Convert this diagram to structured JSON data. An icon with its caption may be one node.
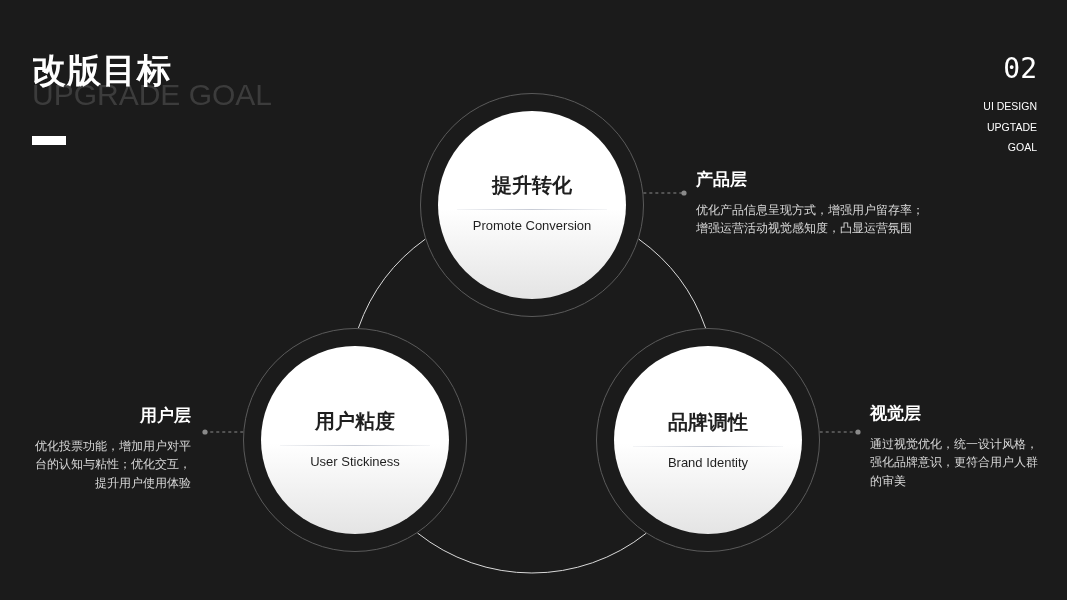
{
  "diagram": {
    "title": "改版目标",
    "nodes": [
      {
        "text": [
          "提升转化",
          "Promote Conversion"
        ]
      },
      {
        "text": [
          "产品层",
          "优化产品信息呈现方式，增强用户留存率；增强运营活动视觉感知度，凸显运营氛围"
        ]
      },
      {
        "text": [
          "用户层",
          "优化投票功能，增加用户对平台的认知与粘性；优化交互，提升用户使用体验"
        ]
      },
      {
        "text": [
          "用户粘度",
          "User Stickiness"
        ]
      },
      {
        "text": [
          "品牌调性",
          "Brand Identity"
        ]
      },
      {
        "text": [
          "视觉层",
          "通过视觉优化，统一设计风格，强化品牌意识，更符合用户人群的审美"
        ]
      }
    ],
    "edges": [
      {
        "from": 0,
        "to": 3,
        "arrow": "none"
      },
      {
        "from": 3,
        "to": 4,
        "arrow": "none"
      },
      {
        "from": 4,
        "to": 0,
        "arrow": "none"
      },
      {
        "from": 0,
        "to": 1,
        "arrow": "other",
        "style": "dashed",
        "color": "#8a8a8a"
      },
      {
        "from": 3,
        "to": 2,
        "arrow": "other",
        "style": "dashed",
        "color": "#8a8a8a"
      },
      {
        "from": 4,
        "to": 5,
        "arrow": "other",
        "style": "dashed",
        "color": "#8a8a8a"
      }
    ],
    "labels": [
      "UPGRADE GOAL",
      "02",
      "UI DESIGN",
      "UPGTADE",
      "GOAL"
    ]
  }
}
